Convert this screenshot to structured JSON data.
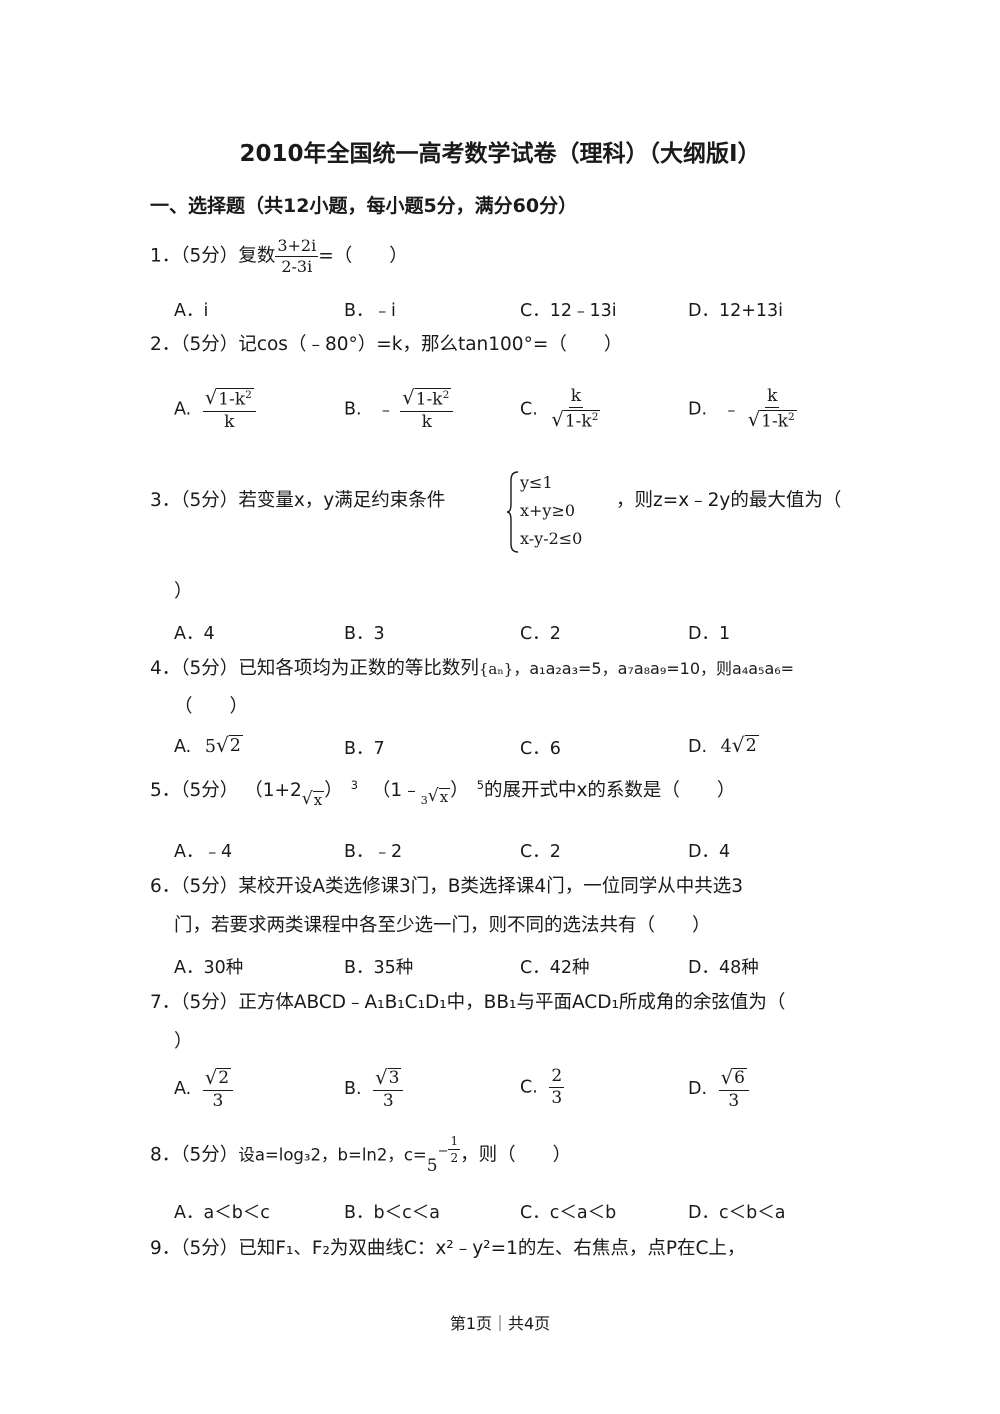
{
  "title": "2010年全国统一高考数学试卷（理科）（大纲版I）",
  "section": "一、选择题（共12小题，每小题5分，满分60分）",
  "questions": {
    "q1": {
      "num": "1．",
      "score": "（5分）",
      "text": "复数",
      "frac_num": "3+2i",
      "frac_den": "2-3i",
      "tail": "=（　　）",
      "options": [
        "A．i",
        "B．﹣i",
        "C．12﹣13i",
        "D．12+13i"
      ]
    },
    "q2": {
      "num": "2．",
      "score": "（5分）",
      "text": "记cos（﹣80°）=k，那么tan100°=（　　）",
      "labels": [
        "A.",
        "B.",
        "C.",
        "D."
      ],
      "neg": "﹣",
      "k": "k",
      "rad": "1-k",
      "exp": "2"
    },
    "q3": {
      "num": "3．",
      "score": "（5分）",
      "text": "若变量x，y满足约束条件",
      "c1": "y≤1",
      "c2": "x+y≥0",
      "c3": "x-y-2≤0",
      "tail": "，则z=x﹣2y的最大值为（",
      "close": "）",
      "options": [
        "A．4",
        "B．3",
        "C．2",
        "D．1"
      ]
    },
    "q4": {
      "num": "4．",
      "score": "（5分）",
      "text": "已知各项均为正数的等比数列",
      "seq": "{aₙ}",
      "tail": "，a₁a₂a₃=5，a₇a₈a₉=10，则a₄a₅a₆=",
      "paren": "（　　）",
      "labels": [
        "A.",
        "B．7",
        "C．6",
        "D."
      ],
      "a_coef": "5",
      "d_coef": "4",
      "rad": "2"
    },
    "q5": {
      "num": "5．",
      "score": "（5分）",
      "p1": "（1+2",
      "x": "x",
      "p1c": "）",
      "e1": "3",
      "p2": "（1﹣",
      "idx": "3",
      "p2c": "）",
      "e2": "5",
      "tail": "的展开式中x的系数是（　　）",
      "options": [
        "A．﹣4",
        "B．﹣2",
        "C．2",
        "D．4"
      ]
    },
    "q6": {
      "num": "6．",
      "score": "（5分）",
      "line1": "某校开设A类选修课3门，B类选择课4门，一位同学从中共选3",
      "line2": "门，若要求两类课程中各至少选一门，则不同的选法共有（　　）",
      "options": [
        "A．30种",
        "B．35种",
        "C．42种",
        "D．48种"
      ]
    },
    "q7": {
      "num": "7．",
      "score": "（5分）",
      "text": "正方体ABCD﹣A₁B₁C₁D₁中，BB₁与平面ACD₁所成角的余弦值为（",
      "close": "）",
      "labels": [
        "A.",
        "B.",
        "C.",
        "D."
      ],
      "nums": [
        "2",
        "3",
        "2",
        "6"
      ],
      "den": "3"
    },
    "q8": {
      "num": "8．",
      "score": "（5分）",
      "text": "设a=log₃2，b=ln2，c=",
      "base": "5",
      "exp_sign": "−",
      "exp_num": "1",
      "exp_den": "2",
      "tail": "，则（　　）",
      "options": [
        "A．a＜b＜c",
        "B．b＜c＜a",
        "C．c＜a＜b",
        "D．c＜b＜a"
      ]
    },
    "q9": {
      "num": "9．",
      "score": "（5分）",
      "text": "已知F₁、F₂为双曲线C：x²﹣y²=1的左、右焦点，点P在C上，"
    }
  },
  "footer": "第1页｜共4页"
}
